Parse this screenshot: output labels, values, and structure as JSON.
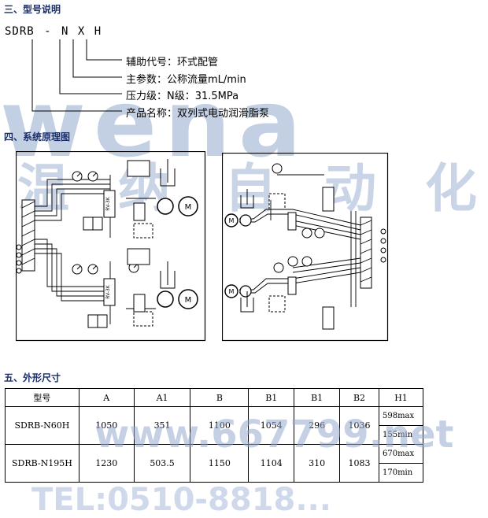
{
  "watermark": {
    "brand": "wena",
    "cn_chars": [
      "温",
      "纳",
      "自",
      "动",
      "化"
    ],
    "url": "www.667799.net",
    "tel": "TEL:0510-8818..."
  },
  "section3": {
    "title": "三、型号说明",
    "code": {
      "base": "SDRB",
      "dash": "-",
      "n": "N",
      "x": "X",
      "h": "H"
    },
    "labels": [
      "辅助代号：环式配管",
      "主参数：公称流量mL/min",
      "压力级：N级：31.5MPa",
      "产品名称：双列式电动润滑脂泵"
    ]
  },
  "section4": {
    "title": "四、系统原理图",
    "motor_label": "M",
    "valve_label": "RV-3K"
  },
  "section5": {
    "title": "五、外形尺寸",
    "headers": [
      "型号",
      "A",
      "A1",
      "B",
      "B1",
      "B1",
      "B2",
      "H1"
    ],
    "rows": [
      {
        "model": "SDRB-N60H",
        "A": "1050",
        "A1": "351",
        "B": "1100",
        "B1a": "1054",
        "B1b": "296",
        "B2": "1036",
        "H1max": "598max",
        "H1min": "155min"
      },
      {
        "model": "SDRB-N195H",
        "A": "1230",
        "A1": "503.5",
        "B": "1150",
        "B1a": "1104",
        "B1b": "310",
        "B2": "1083",
        "H1max": "670max",
        "H1min": "170min"
      }
    ]
  }
}
